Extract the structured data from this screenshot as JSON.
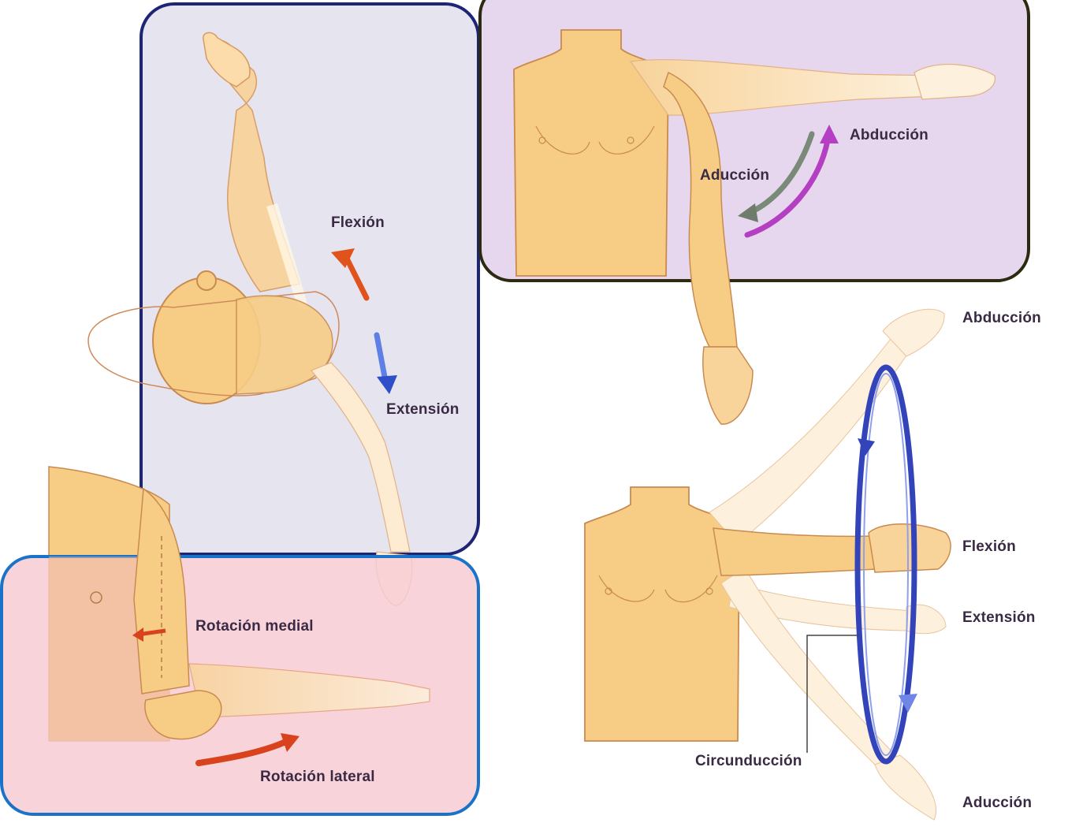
{
  "colors": {
    "skin": "#f8cf8a",
    "skin_outline": "#d89a62",
    "panel_flexion_bg": "#e6e4ee",
    "panel_flexion_border": "#1c2576",
    "panel_abduction_bg": "#e6d7ee",
    "panel_abduction_border": "#2c2a10",
    "panel_rotation_bg": "#f7cbd2",
    "panel_rotation_border": "#1b73c9",
    "arrow_flexion": "#e0531c",
    "arrow_extension": "#3f5fd6",
    "arrow_abduction": "#b53fc2",
    "arrow_adduction": "#7a8a78",
    "arrow_rotation": "#d8421d",
    "circle_circumduction": "#3344bb"
  },
  "panels": {
    "flexion_extension": {
      "flexion_label": "Flexión",
      "extension_label": "Extensión"
    },
    "abduction_adduction": {
      "abduction_label": "Abducción",
      "adduction_label": "Aducción"
    },
    "rotation": {
      "medial_label": "Rotación medial",
      "lateral_label": "Rotación lateral"
    },
    "circumduction": {
      "abduction_label": "Abducción",
      "flexion_label": "Flexión",
      "extension_label": "Extensión",
      "adduction_label": "Aducción",
      "circumduction_label": "Circunducción"
    }
  }
}
